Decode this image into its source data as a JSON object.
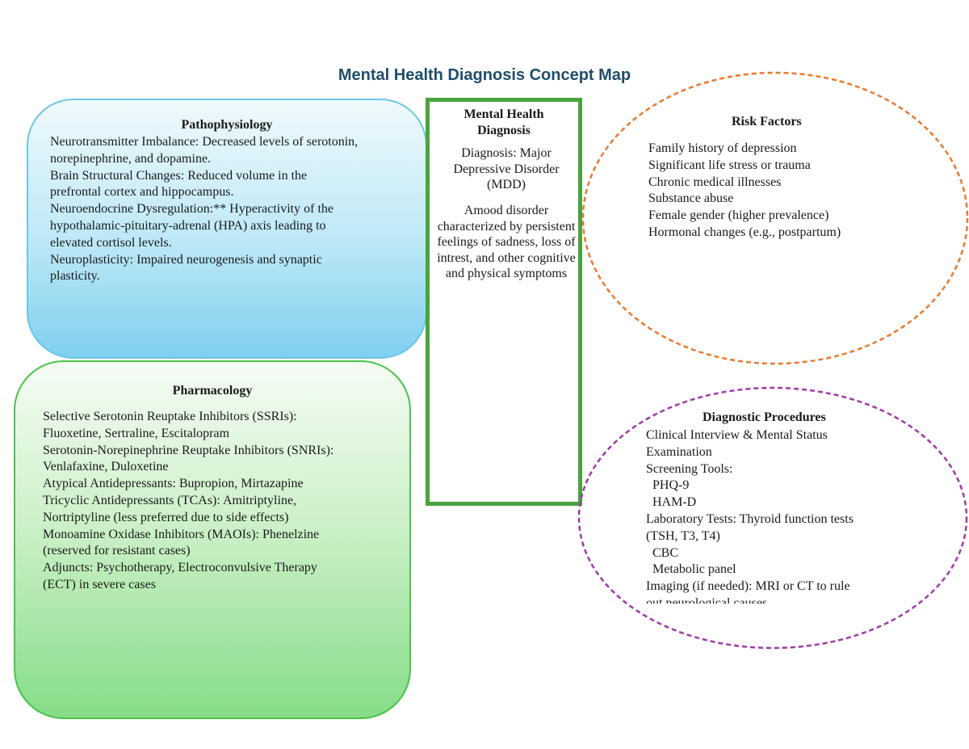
{
  "title": "Mental Health Diagnosis Concept Map",
  "colors": {
    "title": "#1f4e6b",
    "patho_border": "#6cc6e6",
    "pharma_border": "#49c44a",
    "center_border": "#4aa33c",
    "risk_dash": "#e77a30",
    "diag_dash": "#a03aa8"
  },
  "pathophysiology": {
    "heading": "Pathophysiology",
    "lines": [
      "Neurotransmitter Imbalance: Decreased levels of serotonin,",
      "norepinephrine, and dopamine.",
      "Brain Structural Changes: Reduced volume in the",
      "prefrontal cortex and hippocampus.",
      "Neuroendocrine Dysregulation:** Hyperactivity of the",
      "hypothalamic-pituitary-adrenal (HPA) axis leading to",
      "elevated cortisol levels.",
      "Neuroplasticity: Impaired neurogenesis and synaptic",
      "plasticity."
    ]
  },
  "pharmacology": {
    "heading": "Pharmacology",
    "lines": [
      "Selective Serotonin Reuptake Inhibitors (SSRIs):",
      "Fluoxetine, Sertraline, Escitalopram",
      "Serotonin-Norepinephrine Reuptake Inhibitors (SNRIs):",
      "Venlafaxine, Duloxetine",
      "Atypical Antidepressants: Bupropion, Mirtazapine",
      "Tricyclic Antidepressants (TCAs): Amitriptyline,",
      "Nortriptyline (less preferred due to side effects)",
      "Monoamine Oxidase Inhibitors (MAOIs): Phenelzine",
      "(reserved for resistant cases)",
      "Adjuncts: Psychotherapy, Electroconvulsive Therapy",
      "(ECT) in severe cases"
    ]
  },
  "center": {
    "heading_line1": "Mental Health",
    "heading_line2": "Diagnosis",
    "diagnosis": "Diagnosis: Major Depressive Disorder (MDD)",
    "description": "Amood disorder characterized by persistent feelings of sadness, loss of intrest, and other cognitive and physical symptoms"
  },
  "risk_factors": {
    "heading": "Risk Factors",
    "lines": [
      "Family history of depression",
      "Significant life stress or trauma",
      "Chronic medical illnesses",
      "Substance abuse",
      "Female gender (higher prevalence)",
      "Hormonal changes (e.g., postpartum)"
    ]
  },
  "diagnostic_procedures": {
    "heading": "Diagnostic Procedures",
    "lines": [
      "Clinical Interview & Mental Status",
      "Examination",
      "Screening Tools:",
      " PHQ-9",
      " HAM-D",
      "Laboratory Tests:  Thyroid function tests",
      "(TSH, T3, T4)",
      " CBC",
      " Metabolic panel",
      "Imaging (if needed): MRI or CT to rule",
      "out neurological causes"
    ]
  }
}
